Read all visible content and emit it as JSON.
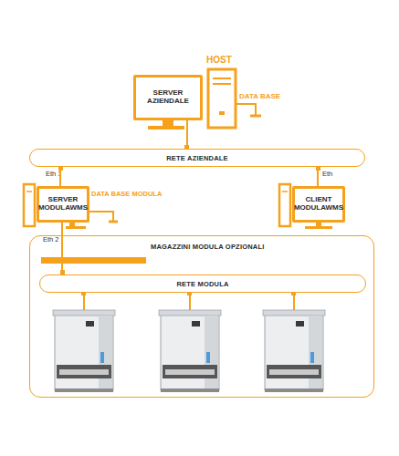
{
  "diagram": {
    "nodes": [
      {
        "text": [
          "SERVER AZIENDALE"
        ]
      },
      {
        "text": [
          "RETE AZIENDALE"
        ]
      },
      {
        "text": [
          "SERVER MODULAWMS"
        ]
      },
      {
        "text": [
          "CLIENT MODULAWMS"
        ]
      },
      {
        "text": [
          "MAGAZZINI MODULA OPZIONALI"
        ]
      },
      {
        "text": [
          "RETE MODULA"
        ],
        "in": 4
      }
    ],
    "edges": [
      {
        "from": 0,
        "to": 1,
        "arrow": "none"
      },
      {
        "from": 1,
        "to": 2,
        "label": "Eth 1",
        "arrow": "none"
      },
      {
        "from": 1,
        "to": 3,
        "label": "Eth",
        "arrow": "none"
      },
      {
        "from": 2,
        "to": 5,
        "label": "Eth 2",
        "arrow": "none"
      }
    ],
    "labels": [
      "HOST",
      "DATA BASE",
      "DATA BASE MODULA"
    ]
  }
}
